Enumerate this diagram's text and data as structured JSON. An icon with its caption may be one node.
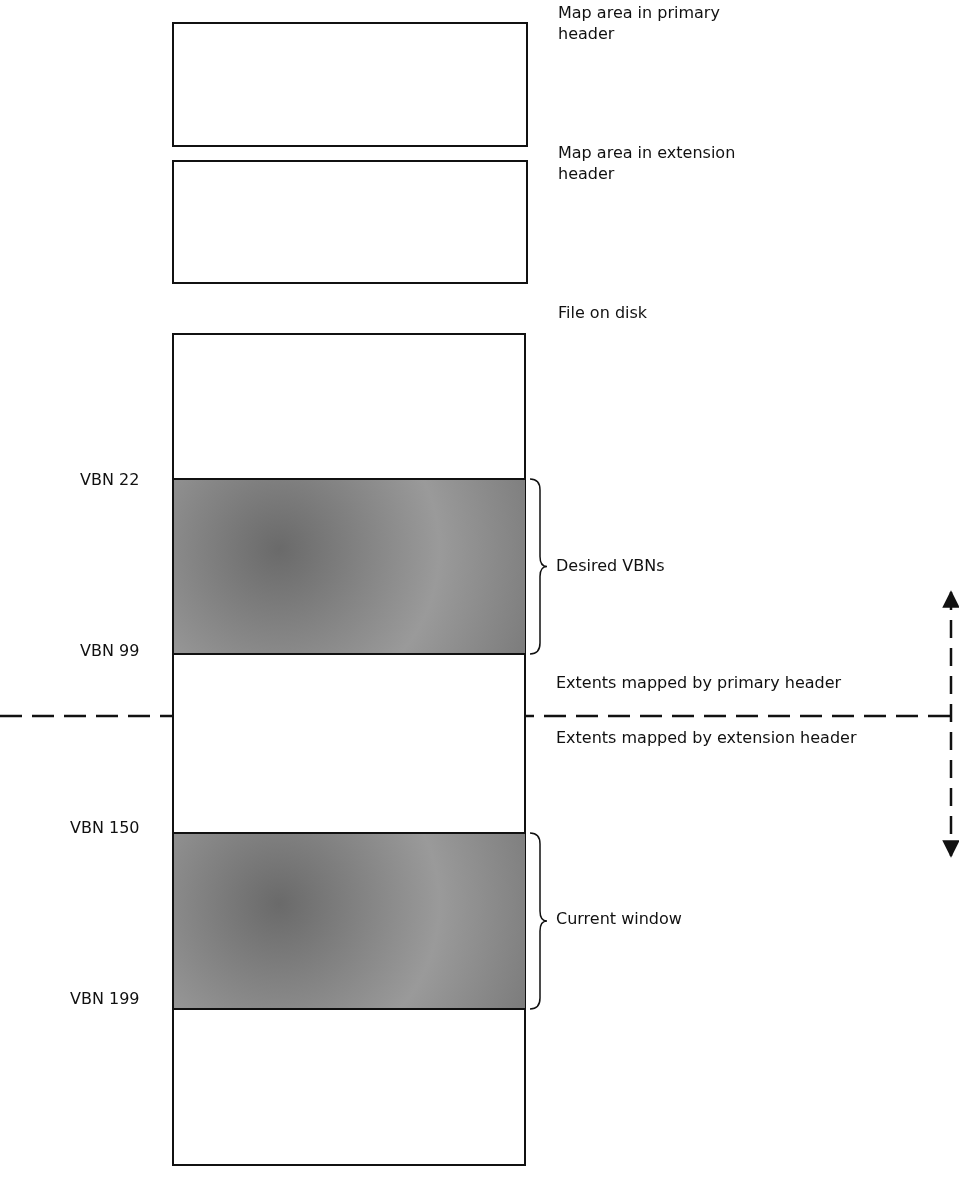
{
  "diagram": {
    "nodes": [
      {
        "text": [
          "Map area in primary header"
        ]
      },
      {
        "text": [
          "Map area in extension header"
        ]
      },
      {
        "text": [
          "File on disk"
        ]
      },
      {
        "text": [],
        "shape": "box",
        "in": 2,
        "beside": [
          "Desired VBNs"
        ]
      },
      {
        "text": [],
        "shape": "box",
        "in": 2,
        "beside": [
          "Current window"
        ]
      }
    ],
    "labels": [
      "VBN 22",
      "VBN 99",
      "Extents mapped by primary header",
      "Extents mapped by extension header",
      "VBN 150",
      "VBN 199"
    ]
  }
}
